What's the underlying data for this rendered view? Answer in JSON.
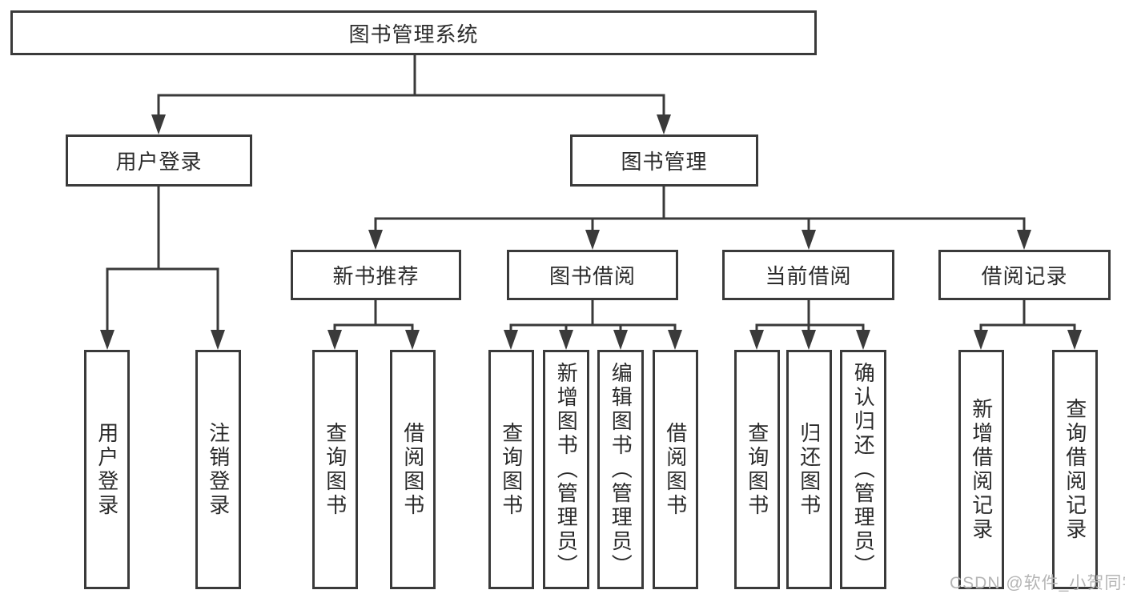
{
  "diagram": {
    "tree": {
      "label": "图书管理系统",
      "children": [
        {
          "label": "用户登录",
          "children": [
            {
              "label": "用户登录"
            },
            {
              "label": "注销登录"
            }
          ]
        },
        {
          "label": "图书管理",
          "children": [
            {
              "label": "新书推荐",
              "children": [
                {
                  "label": "查询图书"
                },
                {
                  "label": "借阅图书"
                }
              ]
            },
            {
              "label": "图书借阅",
              "children": [
                {
                  "label": "查询图书"
                },
                {
                  "label": "新增图书（管理员）"
                },
                {
                  "label": "编辑图书（管理员）"
                },
                {
                  "label": "借阅图书"
                }
              ]
            },
            {
              "label": "当前借阅",
              "children": [
                {
                  "label": "查询图书"
                },
                {
                  "label": "归还图书"
                },
                {
                  "label": "确认归还（管理员）"
                }
              ]
            },
            {
              "label": "借阅记录",
              "children": [
                {
                  "label": "新增借阅记录"
                },
                {
                  "label": "查询借阅记录"
                }
              ]
            }
          ]
        }
      ]
    },
    "colors": {
      "line": "#3a3a3a",
      "text": "#2b2b2b",
      "box_background": "#ffffff",
      "watermark": "#b5b5b5"
    }
  },
  "watermark": {
    "text": "CSDN @软件_小贺同学"
  }
}
